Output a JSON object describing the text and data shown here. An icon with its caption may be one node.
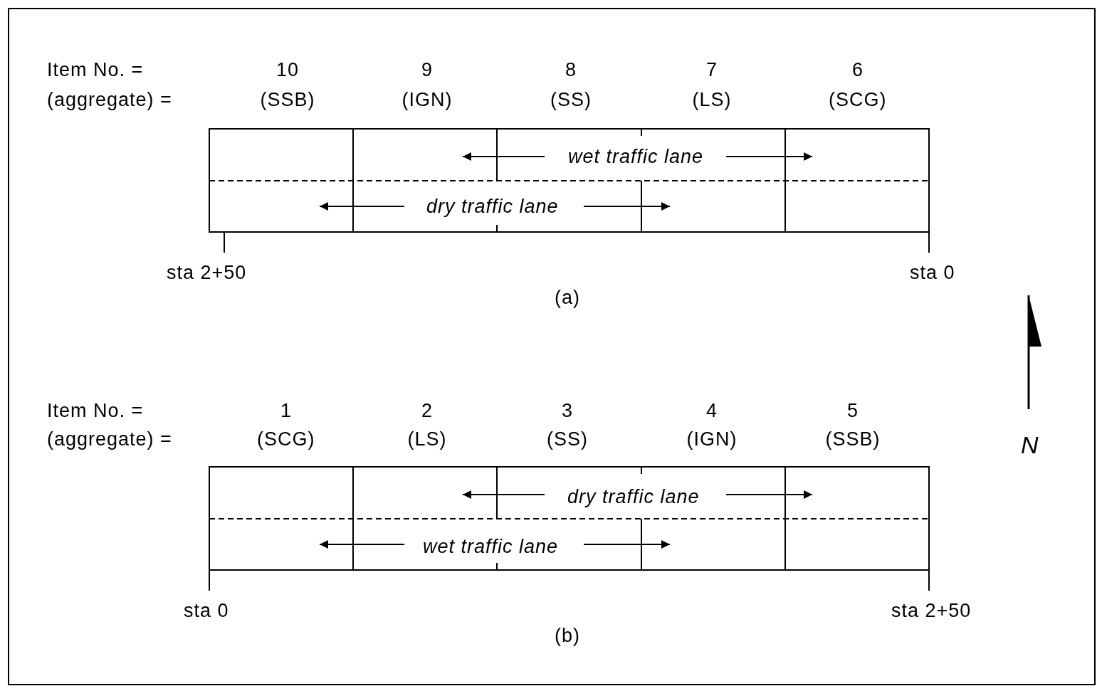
{
  "diagram": {
    "labels": [
      "Item No. =",
      "10",
      "9",
      "8",
      "7",
      "6",
      "(aggregate) =",
      "(SSB)",
      "(IGN)",
      "(SS)",
      "(LS)",
      "(SCG)",
      "wet traffic lane",
      "dry traffic lane",
      "sta 2+50",
      "sta 0",
      "(a)",
      "N",
      "Item No. =",
      "1",
      "2",
      "3",
      "4",
      "5",
      "(aggregate) =",
      "(SCG)",
      "(LS)",
      "(SS)",
      "(IGN)",
      "(SSB)",
      "dry traffic lane",
      "wet traffic lane",
      "sta 0",
      "sta 2+50",
      "(b)"
    ]
  }
}
